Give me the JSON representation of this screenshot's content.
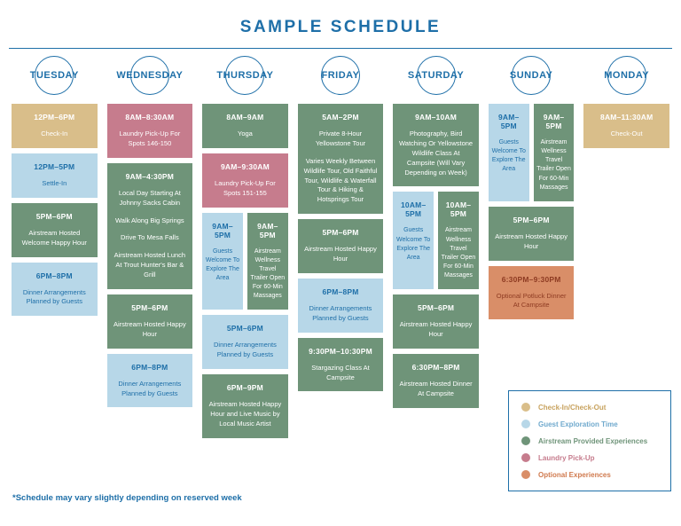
{
  "title": "SAMPLE SCHEDULE",
  "footnote": "*Schedule may vary slightly depending on reserved week",
  "colors": {
    "accent": "#1E6FA8",
    "checkin": "#D9BE8A",
    "exploration": "#B7D7E8",
    "provided": "#6F9479",
    "laundry": "#C67C8D",
    "optional": "#D98E68"
  },
  "legend": {
    "items": [
      {
        "type": "checkin",
        "label": "Check-In/Check-Out"
      },
      {
        "type": "exploration",
        "label": "Guest Exploration Time"
      },
      {
        "type": "provided",
        "label": "Airstream Provided Experiences"
      },
      {
        "type": "laundry",
        "label": "Laundry Pick-Up"
      },
      {
        "type": "optional",
        "label": "Optional Experiences"
      }
    ]
  },
  "days": [
    {
      "name": "TUESDAY",
      "events": [
        {
          "type": "checkin",
          "time": "12PM–6PM",
          "desc": [
            "Check-In"
          ]
        },
        {
          "type": "exploration",
          "time": "12PM–5PM",
          "desc": [
            "Settle-In"
          ]
        },
        {
          "type": "provided",
          "time": "5PM–6PM",
          "desc": [
            "Airstream Hosted Welcome Happy Hour"
          ]
        },
        {
          "type": "exploration",
          "time": "6PM–8PM",
          "desc": [
            "Dinner Arrangements Planned by Guests"
          ]
        }
      ]
    },
    {
      "name": "WEDNESDAY",
      "events": [
        {
          "type": "laundry",
          "time": "8AM–8:30AM",
          "desc": [
            "Laundry Pick-Up For Spots 146-150"
          ]
        },
        {
          "type": "provided",
          "time": "9AM–4:30PM",
          "desc": [
            "Local Day Starting At Johnny Sacks Cabin",
            "Walk Along Big Springs",
            "Drive To Mesa Falls",
            "Airstream Hosted Lunch At Trout Hunter's Bar & Grill"
          ]
        },
        {
          "type": "provided",
          "time": "5PM–6PM",
          "desc": [
            "Airstream Hosted Happy Hour"
          ]
        },
        {
          "type": "exploration",
          "time": "6PM–8PM",
          "desc": [
            "Dinner Arrangements Planned by Guests"
          ]
        }
      ]
    },
    {
      "name": "THURSDAY",
      "events": [
        {
          "type": "provided",
          "time": "8AM–9AM",
          "desc": [
            "Yoga"
          ]
        },
        {
          "type": "laundry",
          "time": "9AM–9:30AM",
          "desc": [
            "Laundry Pick-Up For Spots 151-155"
          ]
        },
        {
          "split": [
            {
              "type": "exploration",
              "time": "9AM–5PM",
              "desc": [
                "Guests Welcome To Explore The Area"
              ]
            },
            {
              "type": "provided",
              "time": "9AM–5PM",
              "desc": [
                "Airstream Wellness Travel Trailer Open For 60-Min Massages"
              ]
            }
          ]
        },
        {
          "type": "exploration",
          "time": "5PM–6PM",
          "desc": [
            "Dinner Arrangements Planned by Guests"
          ]
        },
        {
          "type": "provided",
          "time": "6PM–9PM",
          "desc": [
            "Airstream Hosted Happy Hour and Live Music by Local Music Artist"
          ]
        }
      ]
    },
    {
      "name": "FRIDAY",
      "events": [
        {
          "type": "provided",
          "time": "5AM–2PM",
          "desc": [
            "Private 8-Hour Yellowstone Tour",
            "Varies Weekly Between Wildlife Tour, Old Faithful Tour, Wildlife & Waterfall Tour & Hiking & Hotsprings Tour"
          ]
        },
        {
          "type": "provided",
          "time": "5PM–6PM",
          "desc": [
            "Airstream Hosted Happy Hour"
          ]
        },
        {
          "type": "exploration",
          "time": "6PM–8PM",
          "desc": [
            "Dinner Arrangements Planned by Guests"
          ]
        },
        {
          "type": "provided",
          "time": "9:30PM–10:30PM",
          "desc": [
            "Stargazing Class At Campsite"
          ]
        }
      ]
    },
    {
      "name": "SATURDAY",
      "events": [
        {
          "type": "provided",
          "time": "9AM–10AM",
          "desc": [
            "Photography, Bird Watching Or Yellowstone Wildlife Class At Campsite (Will Vary Depending on Week)"
          ]
        },
        {
          "split": [
            {
              "type": "exploration",
              "time": "10AM–5PM",
              "desc": [
                "Guests Welcome To Explore The Area"
              ]
            },
            {
              "type": "provided",
              "time": "10AM–5PM",
              "desc": [
                "Airstream Wellness Travel Trailer Open For 60-Min Massages"
              ]
            }
          ]
        },
        {
          "type": "provided",
          "time": "5PM–6PM",
          "desc": [
            "Airstream Hosted Happy Hour"
          ]
        },
        {
          "type": "provided",
          "time": "6:30PM–8PM",
          "desc": [
            "Airstream Hosted Dinner At Campsite"
          ]
        }
      ]
    },
    {
      "name": "SUNDAY",
      "events": [
        {
          "split": [
            {
              "type": "exploration",
              "time": "9AM–5PM",
              "desc": [
                "Guests Welcome To Explore The Area"
              ]
            },
            {
              "type": "provided",
              "time": "9AM–5PM",
              "desc": [
                "Airstream Wellness Travel Trailer Open For 60-Min Massages"
              ]
            }
          ]
        },
        {
          "type": "provided",
          "time": "5PM–6PM",
          "desc": [
            "Airstream Hosted Happy Hour"
          ]
        },
        {
          "type": "optional",
          "time": "6:30PM–9:30PM",
          "desc": [
            "Optional Potluck Dinner At Campsite"
          ]
        }
      ]
    },
    {
      "name": "MONDAY",
      "events": [
        {
          "type": "checkin",
          "time": "8AM–11:30AM",
          "desc": [
            "Check-Out"
          ]
        }
      ]
    }
  ]
}
